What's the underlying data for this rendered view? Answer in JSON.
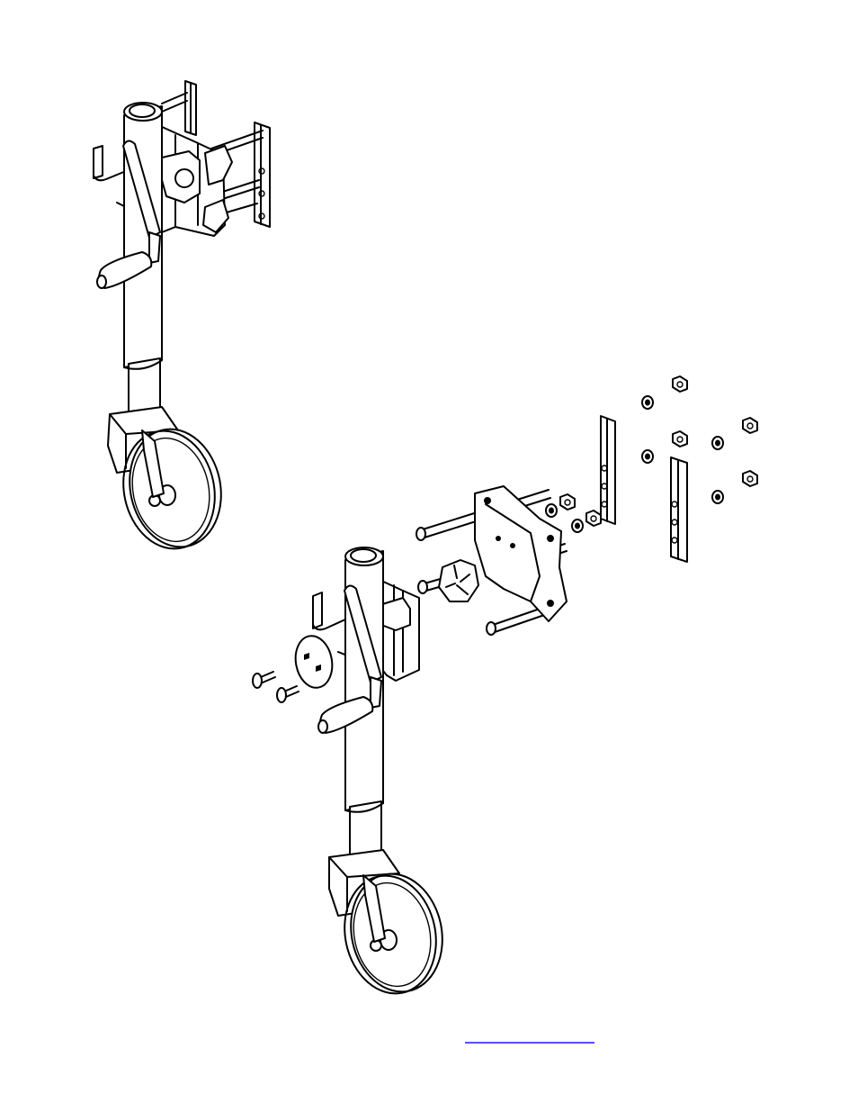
{
  "diagram": {
    "assembled_view": "assembled-jack",
    "exploded_view": "exploded-jack",
    "parts": [
      "jack-tube",
      "crank-handle",
      "wheel",
      "bracket-plate",
      "u-bolts",
      "channel-strips",
      "hex-nuts",
      "washers",
      "carriage-bolts",
      "round-disc",
      "swivel-pin"
    ],
    "colors": {
      "line": "#000000",
      "background": "#ffffff",
      "link": "#1a1aff"
    }
  },
  "footer": {
    "link_text": ""
  }
}
